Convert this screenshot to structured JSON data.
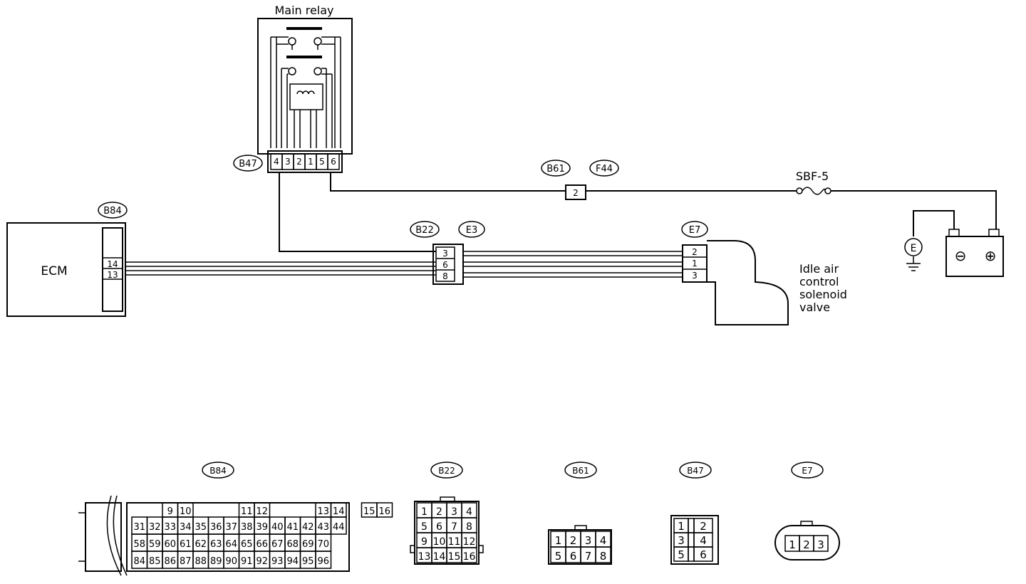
{
  "diagram": {
    "main_relay_label": "Main relay",
    "ecm_label": "ECM",
    "iacv_label": [
      "Idle air",
      "control",
      "solenoid",
      "valve"
    ],
    "fuse_label": "SBF-5",
    "earth_label": "E",
    "battery_neg": "⊖",
    "battery_pos": "⊕",
    "tags": {
      "b47": "B47",
      "b61": "B61",
      "f44": "F44",
      "b84": "B84",
      "b22": "B22",
      "e3": "E3",
      "e7": "E7"
    },
    "relay_pins": [
      "4",
      "3",
      "2",
      "1",
      "5",
      "6"
    ],
    "b61_pin": "2",
    "b84_pins": [
      "14",
      "13"
    ],
    "b22_pins": [
      "3",
      "6",
      "8"
    ],
    "e7_pins": [
      "2",
      "1",
      "3"
    ]
  },
  "connectors": {
    "b84": {
      "tag": "B84",
      "row1": [
        {
          "v": "9",
          "c": 2
        },
        {
          "v": "10",
          "c": 3
        },
        {
          "v": "11",
          "c": 7
        },
        {
          "v": "12",
          "c": 8
        },
        {
          "v": "13",
          "c": 12
        },
        {
          "v": "14",
          "c": 13
        },
        {
          "v": "15",
          "c": 15
        },
        {
          "v": "16",
          "c": 16
        }
      ],
      "row2": [
        "31",
        "32",
        "33",
        "34",
        "35",
        "36",
        "37",
        "38",
        "39",
        "40",
        "41",
        "42",
        "43",
        "44"
      ],
      "row3": [
        "58",
        "59",
        "60",
        "61",
        "62",
        "63",
        "64",
        "65",
        "66",
        "67",
        "68",
        "69",
        "70"
      ],
      "row4": [
        "84",
        "85",
        "86",
        "87",
        "88",
        "89",
        "90",
        "91",
        "92",
        "93",
        "94",
        "95",
        "96"
      ]
    },
    "b22": {
      "tag": "B22",
      "rows": [
        [
          "1",
          "2",
          "3",
          "4"
        ],
        [
          "5",
          "6",
          "7",
          "8"
        ],
        [
          "9",
          "10",
          "11",
          "12"
        ],
        [
          "13",
          "14",
          "15",
          "16"
        ]
      ]
    },
    "b61": {
      "tag": "B61",
      "rows": [
        [
          "1",
          "2",
          "3",
          "4"
        ],
        [
          "5",
          "6",
          "7",
          "8"
        ]
      ]
    },
    "b47": {
      "tag": "B47",
      "rows": [
        [
          "1",
          "",
          "2"
        ],
        [
          "3",
          "",
          "4"
        ],
        [
          "5",
          "",
          "6"
        ]
      ]
    },
    "e7": {
      "tag": "E7",
      "rows": [
        [
          "1",
          "2",
          "3"
        ]
      ]
    }
  }
}
